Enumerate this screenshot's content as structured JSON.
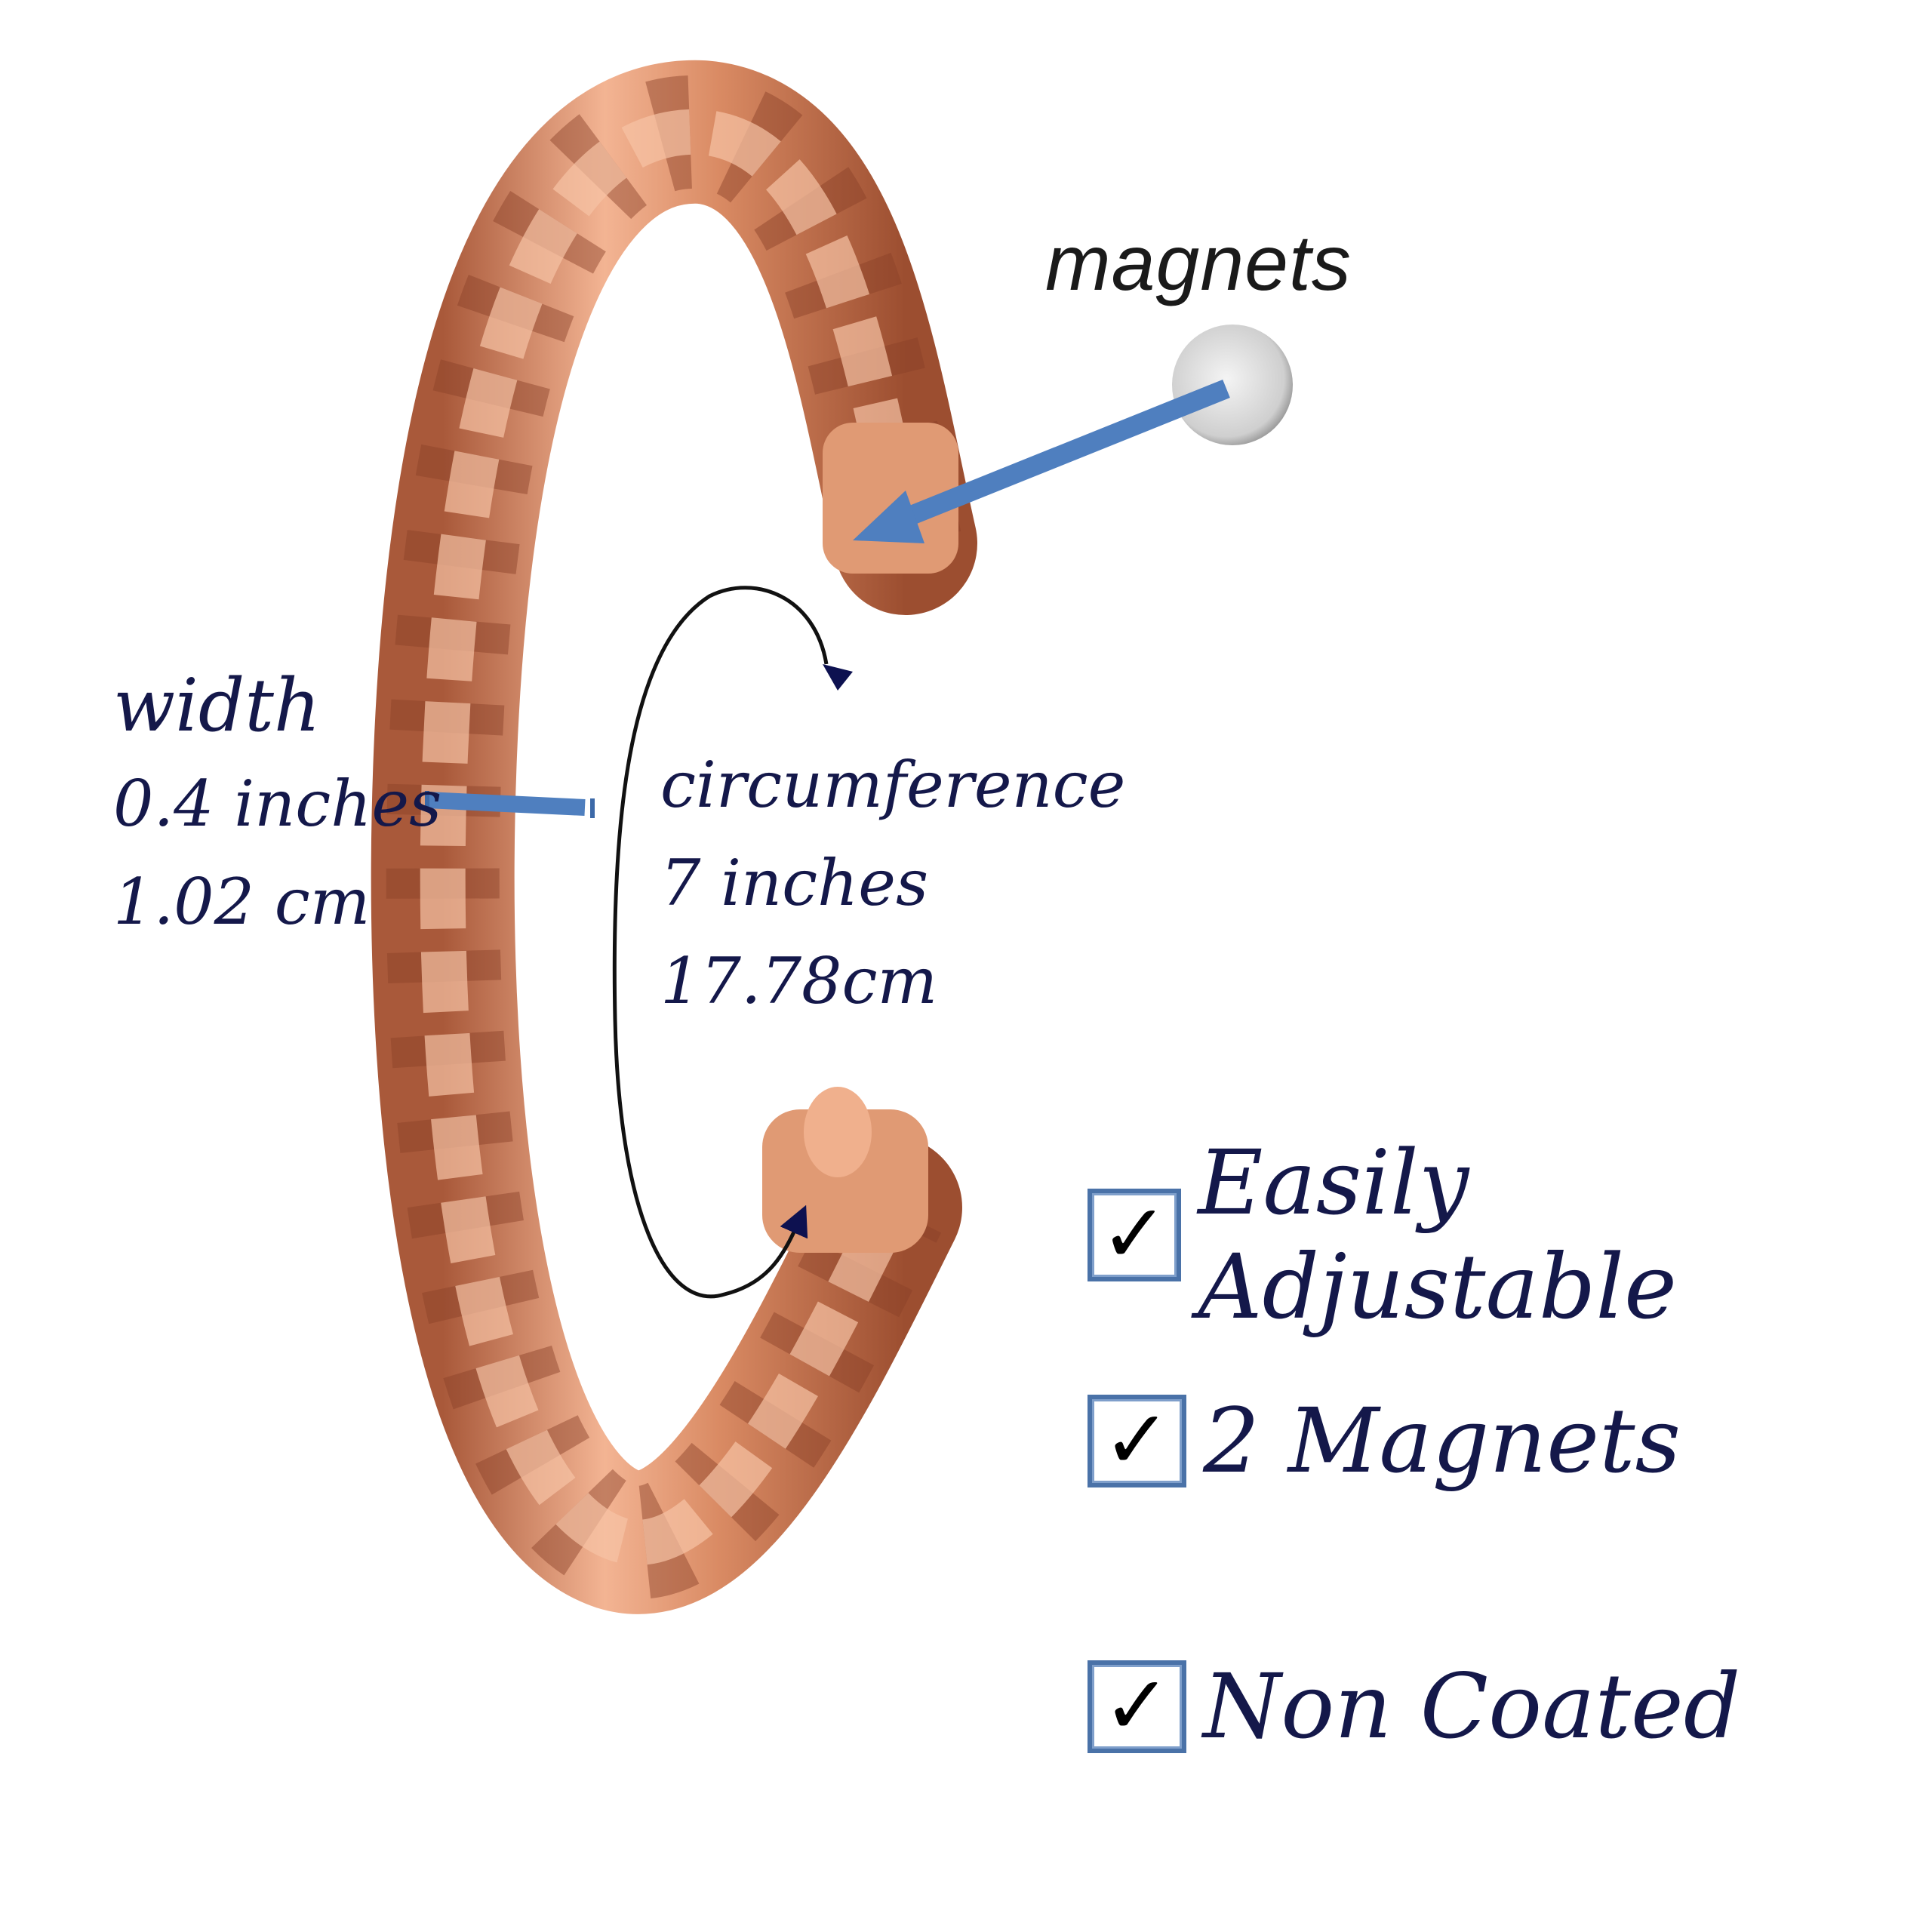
{
  "magnet_callout": {
    "label": "magnets",
    "arrow_color": "#4f7fbf"
  },
  "width": {
    "heading": "width",
    "inches": "0.4 inches",
    "cm": "1.02 cm"
  },
  "circumference": {
    "heading": "circumference",
    "inches": "7 inches",
    "cm": "17.78cm"
  },
  "features": [
    {
      "label": "Easily Adjustable",
      "checked": true
    },
    {
      "label": "2 Magnets",
      "checked": true
    },
    {
      "label": "Non Coated",
      "checked": true
    }
  ],
  "check_glyph": "✓",
  "colors": {
    "text": "#14184a",
    "copper": "#d98a63",
    "checkbox": "#4a72a8"
  }
}
